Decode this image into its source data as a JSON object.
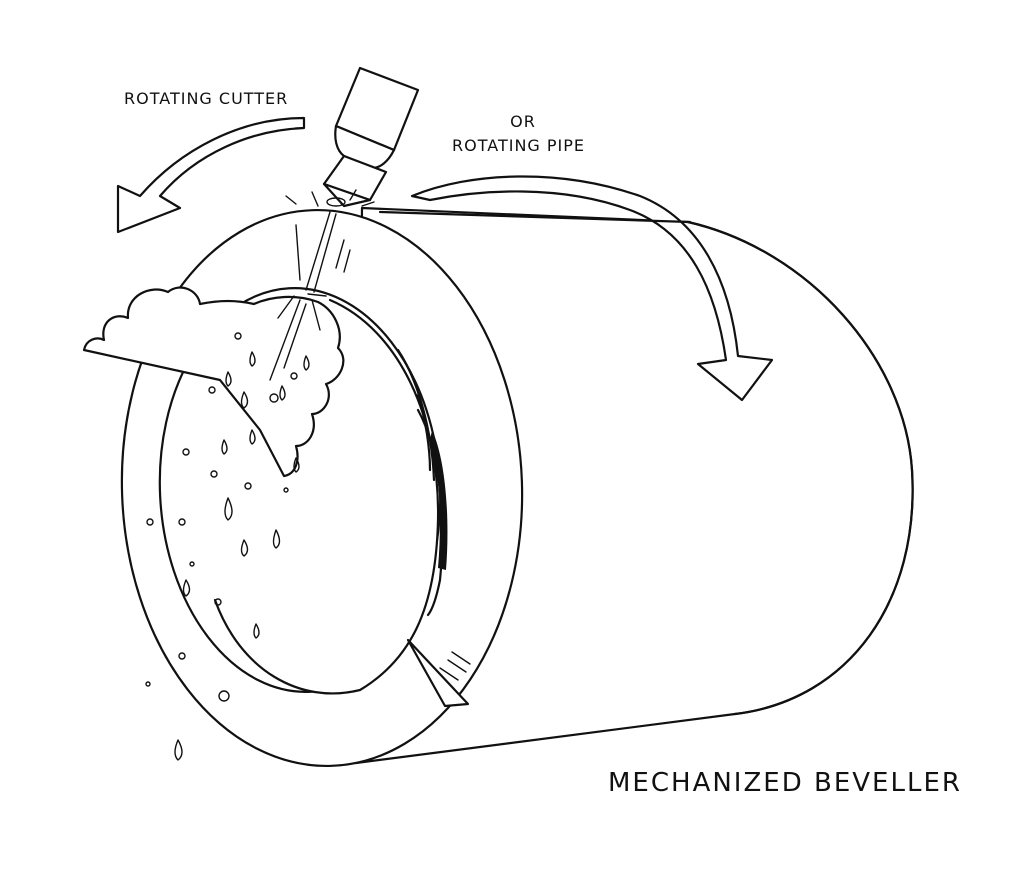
{
  "labels": {
    "rotating_cutter": "ROTATING CUTTER",
    "or": "OR",
    "rotating_pipe": "ROTATING PIPE",
    "title": "MECHANIZED BEVELLER"
  },
  "colors": {
    "ink": "#111111",
    "paper": "#ffffff"
  }
}
